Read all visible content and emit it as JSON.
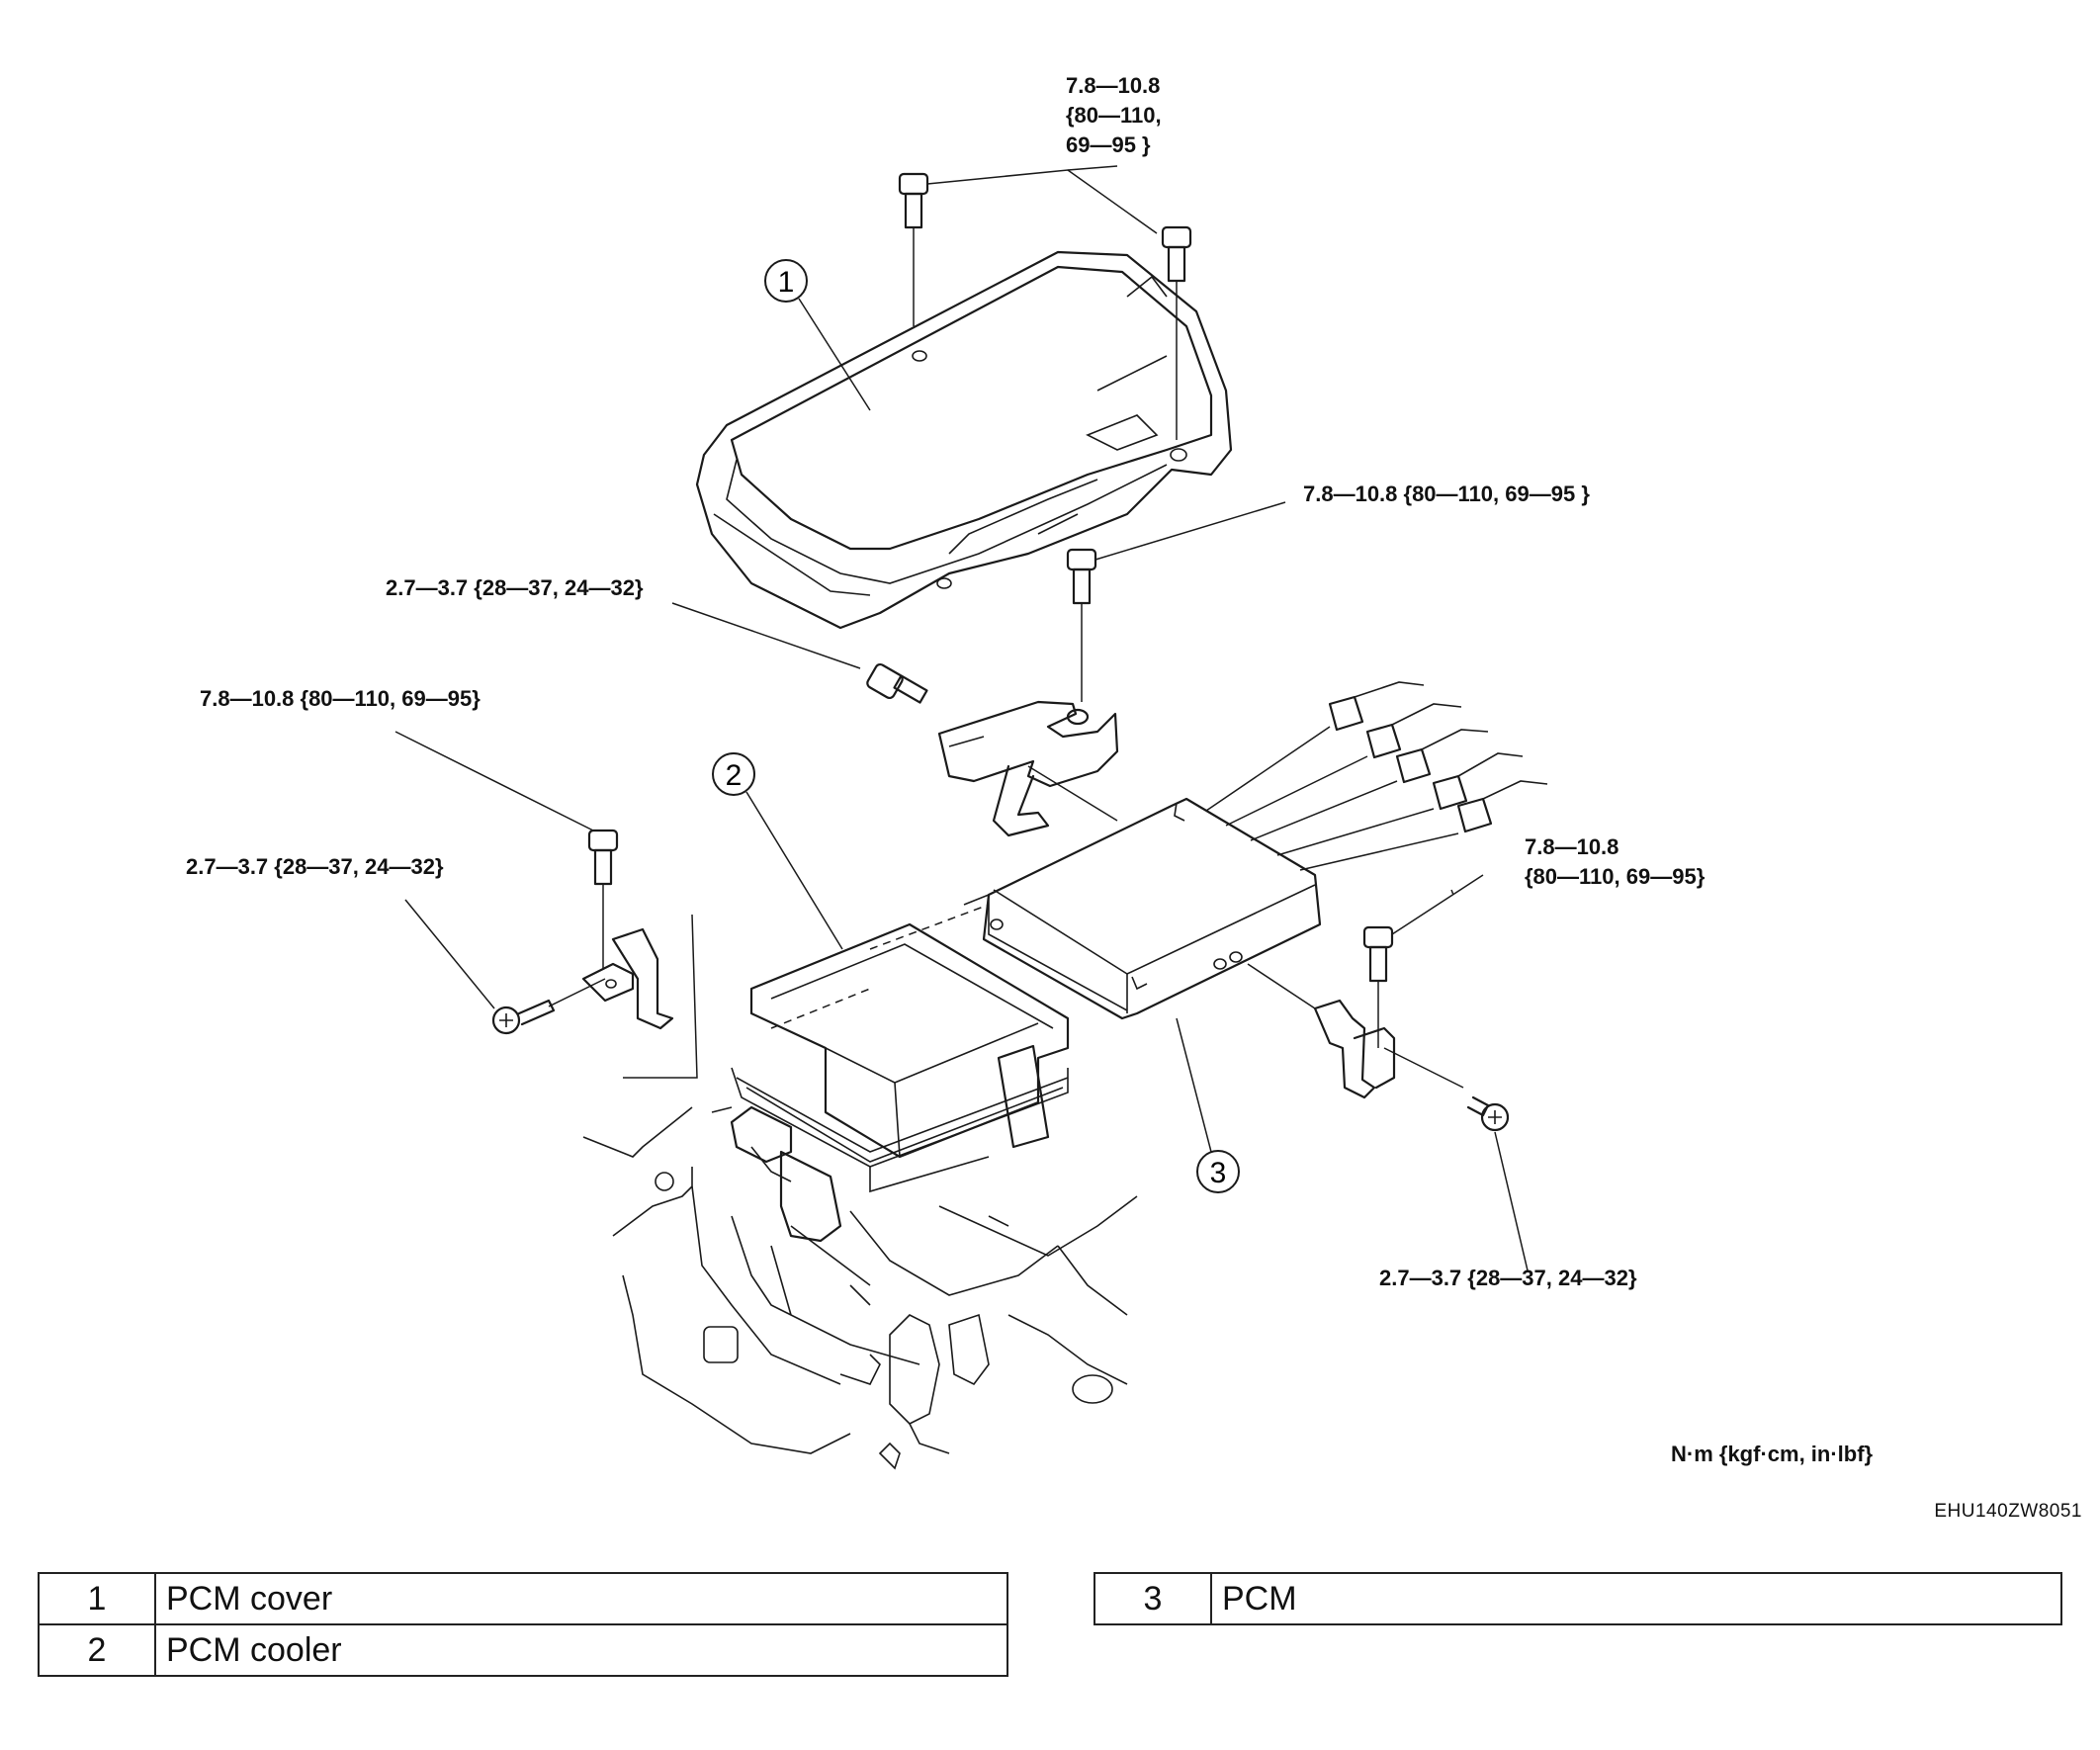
{
  "torque_labels": {
    "top_cover_bolts": "7.8—10.8\n{80—110,\n69—95 }",
    "bracket_bolt_right": "7.8—10.8 {80—110, 69—95 }",
    "bracket_bolt_upper": "2.7—3.7 {28—37, 24—32}",
    "left_bolt_upper": "7.8—10.8 {80—110, 69—95}",
    "left_bolt_lower": "2.7—3.7 {28—37, 24—32}",
    "right_bolt_upper": "7.8—10.8\n{80—110, 69—95}",
    "right_bolt_lower": "2.7—3.7 {28—37, 24—32}"
  },
  "callouts": [
    "1",
    "2",
    "3"
  ],
  "units": "N·m {kgf·cm, in·lbf}",
  "figure_code": "EHU140ZW8051",
  "legend": [
    {
      "num": "1",
      "name": "PCM cover"
    },
    {
      "num": "2",
      "name": "PCM cooler"
    },
    {
      "num": "3",
      "name": "PCM"
    }
  ]
}
